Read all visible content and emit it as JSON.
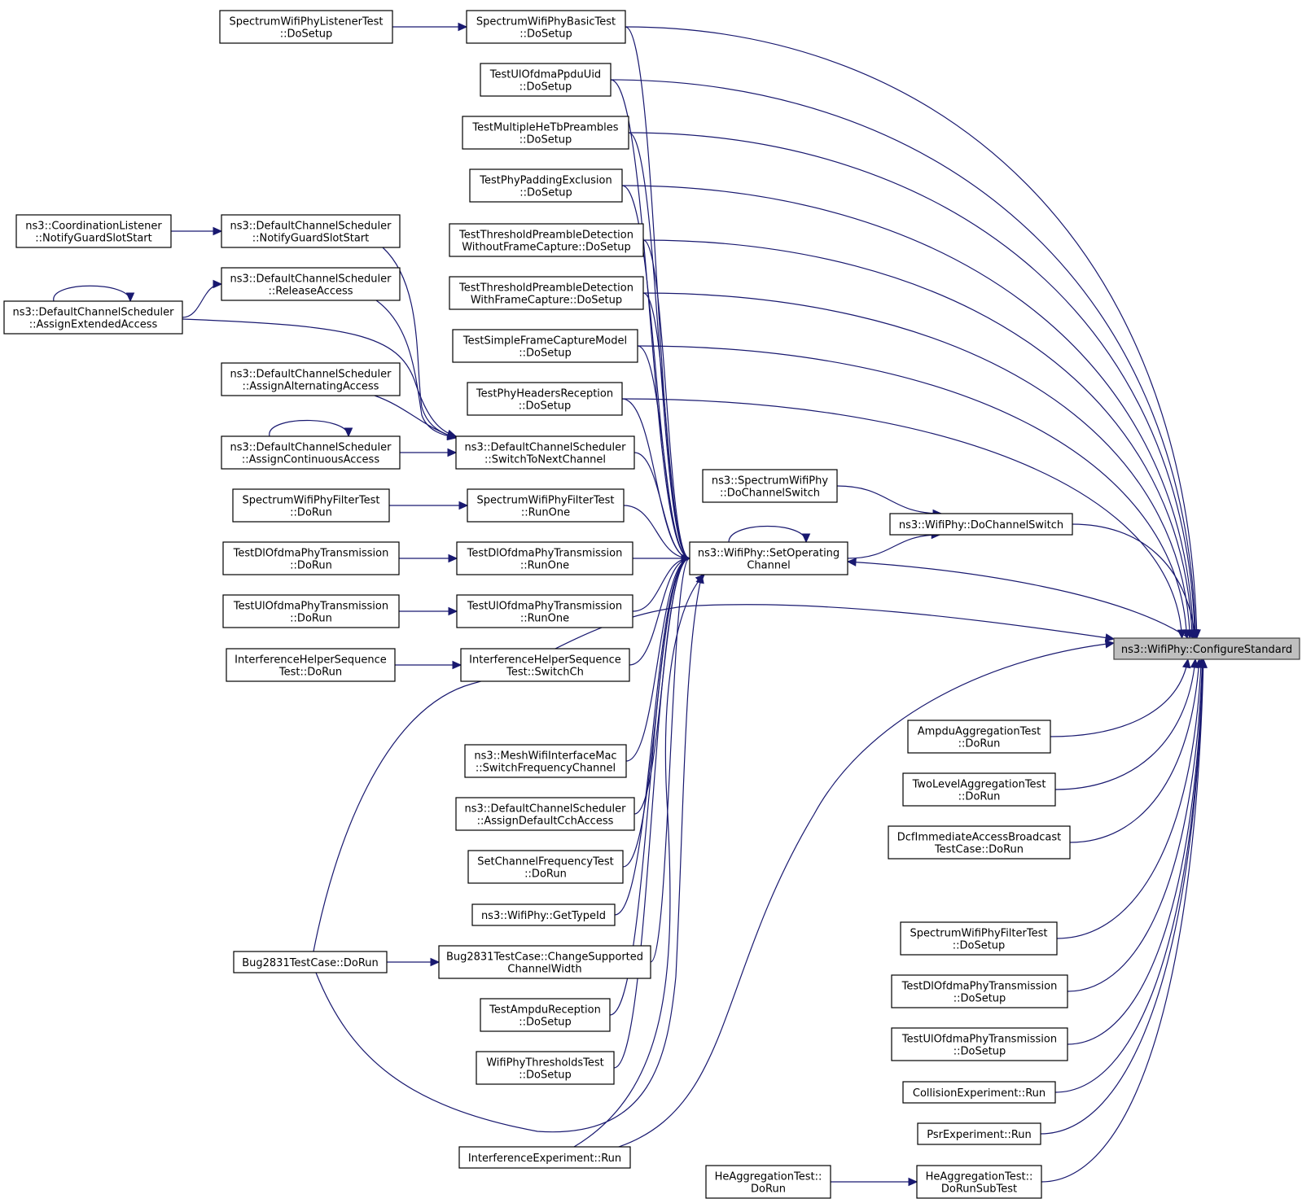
{
  "graph": {
    "focus_node": "configure_standard",
    "colors": {
      "edge": "#191970",
      "node_border": "#000000",
      "node_fill": "#ffffff",
      "focus_fill": "#bfbfbf"
    },
    "nodes": [
      {
        "id": "listener_dosetup",
        "lines": [
          "SpectrumWifiPhyListenerTest",
          "::DoSetup"
        ]
      },
      {
        "id": "basic_dosetup",
        "lines": [
          "SpectrumWifiPhyBasicTest",
          "::DoSetup"
        ]
      },
      {
        "id": "ulofdma_ppduuid",
        "lines": [
          "TestUlOfdmaPpduUid",
          "::DoSetup"
        ]
      },
      {
        "id": "multi_hetb",
        "lines": [
          "TestMultipleHeTbPreambles",
          "::DoSetup"
        ]
      },
      {
        "id": "phy_padding",
        "lines": [
          "TestPhyPaddingExclusion",
          "::DoSetup"
        ]
      },
      {
        "id": "thresh_without",
        "lines": [
          "TestThresholdPreambleDetection",
          "WithoutFrameCapture::DoSetup"
        ]
      },
      {
        "id": "thresh_with",
        "lines": [
          "TestThresholdPreambleDetection",
          "WithFrameCapture::DoSetup"
        ]
      },
      {
        "id": "simple_frame",
        "lines": [
          "TestSimpleFrameCaptureModel",
          "::DoSetup"
        ]
      },
      {
        "id": "phy_headers",
        "lines": [
          "TestPhyHeadersReception",
          "::DoSetup"
        ]
      },
      {
        "id": "coord_listener",
        "lines": [
          "ns3::CoordinationListener",
          "::NotifyGuardSlotStart"
        ]
      },
      {
        "id": "dcs_notify",
        "lines": [
          "ns3::DefaultChannelScheduler",
          "::NotifyGuardSlotStart"
        ]
      },
      {
        "id": "dcs_release",
        "lines": [
          "ns3::DefaultChannelScheduler",
          "::ReleaseAccess"
        ]
      },
      {
        "id": "dcs_extended",
        "lines": [
          "ns3::DefaultChannelScheduler",
          "::AssignExtendedAccess"
        ]
      },
      {
        "id": "dcs_alternating",
        "lines": [
          "ns3::DefaultChannelScheduler",
          "::AssignAlternatingAccess"
        ]
      },
      {
        "id": "dcs_continuous",
        "lines": [
          "ns3::DefaultChannelScheduler",
          "::AssignContinuousAccess"
        ]
      },
      {
        "id": "dcs_switch",
        "lines": [
          "ns3::DefaultChannelScheduler",
          "::SwitchToNextChannel"
        ]
      },
      {
        "id": "filter_dorun",
        "lines": [
          "SpectrumWifiPhyFilterTest",
          "::DoRun"
        ]
      },
      {
        "id": "filter_runone",
        "lines": [
          "SpectrumWifiPhyFilterTest",
          "::RunOne"
        ]
      },
      {
        "id": "dl_dorun",
        "lines": [
          "TestDlOfdmaPhyTransmission",
          "::DoRun"
        ]
      },
      {
        "id": "dl_runone",
        "lines": [
          "TestDlOfdmaPhyTransmission",
          "::RunOne"
        ]
      },
      {
        "id": "ul_dorun",
        "lines": [
          "TestUlOfdmaPhyTransmission",
          "::DoRun"
        ]
      },
      {
        "id": "ul_runone",
        "lines": [
          "TestUlOfdmaPhyTransmission",
          "::RunOne"
        ]
      },
      {
        "id": "ihs_dorun",
        "lines": [
          "InterferenceHelperSequence",
          "Test::DoRun"
        ]
      },
      {
        "id": "ihs_switchch",
        "lines": [
          "InterferenceHelperSequence",
          "Test::SwitchCh"
        ]
      },
      {
        "id": "spectrum_dochswitch",
        "lines": [
          "ns3::SpectrumWifiPhy",
          "::DoChannelSwitch"
        ]
      },
      {
        "id": "wifiphy_dochswitch",
        "lines": [
          "ns3::WifiPhy::DoChannelSwitch"
        ]
      },
      {
        "id": "set_operating",
        "lines": [
          "ns3::WifiPhy::SetOperating",
          "Channel"
        ]
      },
      {
        "id": "configure_standard",
        "lines": [
          "ns3::WifiPhy::ConfigureStandard"
        ]
      },
      {
        "id": "mesh_switch",
        "lines": [
          "ns3::MeshWifiInterfaceMac",
          "::SwitchFrequencyChannel"
        ]
      },
      {
        "id": "dcs_defaultcch",
        "lines": [
          "ns3::DefaultChannelScheduler",
          "::AssignDefaultCchAccess"
        ]
      },
      {
        "id": "setchfreq_dorun",
        "lines": [
          "SetChannelFrequencyTest",
          "::DoRun"
        ]
      },
      {
        "id": "get_typeid",
        "lines": [
          "ns3::WifiPhy::GetTypeId"
        ]
      },
      {
        "id": "bug_dorun",
        "lines": [
          "Bug2831TestCase::DoRun"
        ]
      },
      {
        "id": "bug_change",
        "lines": [
          "Bug2831TestCase::ChangeSupported",
          "ChannelWidth"
        ]
      },
      {
        "id": "ampdu_reception",
        "lines": [
          "TestAmpduReception",
          "::DoSetup"
        ]
      },
      {
        "id": "thresholds_dosetup",
        "lines": [
          "WifiPhyThresholdsTest",
          "::DoSetup"
        ]
      },
      {
        "id": "interference_run",
        "lines": [
          "InterferenceExperiment::Run"
        ]
      },
      {
        "id": "ampdu_agg",
        "lines": [
          "AmpduAggregationTest",
          "::DoRun"
        ]
      },
      {
        "id": "twolevel_agg",
        "lines": [
          "TwoLevelAggregationTest",
          "::DoRun"
        ]
      },
      {
        "id": "dcf_broadcast",
        "lines": [
          "DcfImmediateAccessBroadcast",
          "TestCase::DoRun"
        ]
      },
      {
        "id": "filter_dosetup",
        "lines": [
          "SpectrumWifiPhyFilterTest",
          "::DoSetup"
        ]
      },
      {
        "id": "dl_dosetup",
        "lines": [
          "TestDlOfdmaPhyTransmission",
          "::DoSetup"
        ]
      },
      {
        "id": "ul_dosetup",
        "lines": [
          "TestUlOfdmaPhyTransmission",
          "::DoSetup"
        ]
      },
      {
        "id": "collision_run",
        "lines": [
          "CollisionExperiment::Run"
        ]
      },
      {
        "id": "psr_run",
        "lines": [
          "PsrExperiment::Run"
        ]
      },
      {
        "id": "heagg_dorun",
        "lines": [
          "HeAggregationTest::",
          "DoRun"
        ]
      },
      {
        "id": "heagg_subtest",
        "lines": [
          "HeAggregationTest::",
          "DoRunSubTest"
        ]
      }
    ],
    "edges": [
      {
        "from": "listener_dosetup",
        "to": "basic_dosetup"
      },
      {
        "from": "basic_dosetup",
        "to": "configure_standard"
      },
      {
        "from": "basic_dosetup",
        "to": "set_operating"
      },
      {
        "from": "ulofdma_ppduuid",
        "to": "configure_standard"
      },
      {
        "from": "ulofdma_ppduuid",
        "to": "set_operating"
      },
      {
        "from": "multi_hetb",
        "to": "configure_standard"
      },
      {
        "from": "multi_hetb",
        "to": "set_operating"
      },
      {
        "from": "phy_padding",
        "to": "configure_standard"
      },
      {
        "from": "phy_padding",
        "to": "set_operating"
      },
      {
        "from": "thresh_without",
        "to": "configure_standard"
      },
      {
        "from": "thresh_without",
        "to": "set_operating"
      },
      {
        "from": "thresh_with",
        "to": "configure_standard"
      },
      {
        "from": "thresh_with",
        "to": "set_operating"
      },
      {
        "from": "simple_frame",
        "to": "configure_standard"
      },
      {
        "from": "simple_frame",
        "to": "set_operating"
      },
      {
        "from": "phy_headers",
        "to": "configure_standard"
      },
      {
        "from": "phy_headers",
        "to": "set_operating"
      },
      {
        "from": "coord_listener",
        "to": "dcs_notify"
      },
      {
        "from": "dcs_notify",
        "to": "dcs_switch"
      },
      {
        "from": "dcs_extended",
        "to": "dcs_extended"
      },
      {
        "from": "dcs_extended",
        "to": "dcs_release"
      },
      {
        "from": "dcs_extended",
        "to": "dcs_switch"
      },
      {
        "from": "dcs_release",
        "to": "dcs_switch"
      },
      {
        "from": "dcs_alternating",
        "to": "dcs_switch"
      },
      {
        "from": "dcs_continuous",
        "to": "dcs_continuous"
      },
      {
        "from": "dcs_continuous",
        "to": "dcs_switch"
      },
      {
        "from": "dcs_switch",
        "to": "set_operating"
      },
      {
        "from": "filter_dorun",
        "to": "filter_runone"
      },
      {
        "from": "filter_runone",
        "to": "set_operating"
      },
      {
        "from": "dl_dorun",
        "to": "dl_runone"
      },
      {
        "from": "dl_runone",
        "to": "set_operating"
      },
      {
        "from": "ul_dorun",
        "to": "ul_runone"
      },
      {
        "from": "ul_runone",
        "to": "set_operating"
      },
      {
        "from": "ihs_dorun",
        "to": "ihs_switchch"
      },
      {
        "from": "ihs_switchch",
        "to": "set_operating"
      },
      {
        "from": "set_operating",
        "to": "set_operating"
      },
      {
        "from": "spectrum_dochswitch",
        "to": "wifiphy_dochswitch"
      },
      {
        "from": "set_operating",
        "to": "wifiphy_dochswitch"
      },
      {
        "from": "wifiphy_dochswitch",
        "to": "configure_standard"
      },
      {
        "from": "configure_standard",
        "to": "set_operating"
      },
      {
        "from": "mesh_switch",
        "to": "set_operating"
      },
      {
        "from": "dcs_defaultcch",
        "to": "set_operating"
      },
      {
        "from": "setchfreq_dorun",
        "to": "set_operating"
      },
      {
        "from": "get_typeid",
        "to": "set_operating"
      },
      {
        "from": "bug_dorun",
        "to": "bug_change"
      },
      {
        "from": "bug_dorun",
        "to": "configure_standard"
      },
      {
        "from": "bug_dorun",
        "to": "set_operating"
      },
      {
        "from": "bug_change",
        "to": "set_operating"
      },
      {
        "from": "ampdu_reception",
        "to": "set_operating"
      },
      {
        "from": "thresholds_dosetup",
        "to": "set_operating"
      },
      {
        "from": "interference_run",
        "to": "set_operating"
      },
      {
        "from": "interference_run",
        "to": "configure_standard"
      },
      {
        "from": "ampdu_agg",
        "to": "configure_standard"
      },
      {
        "from": "twolevel_agg",
        "to": "configure_standard"
      },
      {
        "from": "dcf_broadcast",
        "to": "configure_standard"
      },
      {
        "from": "filter_dosetup",
        "to": "configure_standard"
      },
      {
        "from": "dl_dosetup",
        "to": "configure_standard"
      },
      {
        "from": "ul_dosetup",
        "to": "configure_standard"
      },
      {
        "from": "collision_run",
        "to": "configure_standard"
      },
      {
        "from": "psr_run",
        "to": "configure_standard"
      },
      {
        "from": "heagg_dorun",
        "to": "heagg_subtest"
      },
      {
        "from": "heagg_subtest",
        "to": "configure_standard"
      }
    ]
  }
}
